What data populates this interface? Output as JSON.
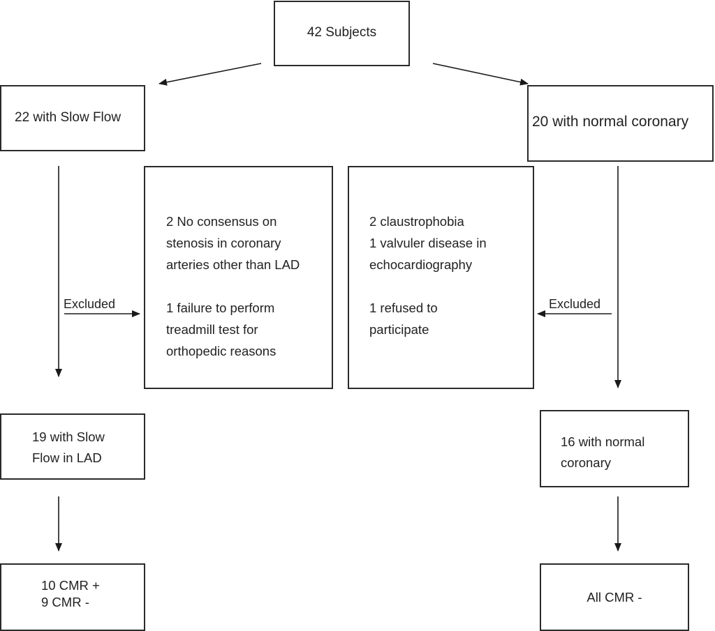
{
  "nodes": {
    "root": "42 Subjects",
    "slow_flow": "22 with Slow Flow",
    "normal": "20 with normal coronary",
    "excl_left": "2 No consensus on\nstenosis in coronary\narteries other than LAD\n\n1 failure to perform\ntreadmill test for\northopedic reasons",
    "excl_right": "2 claustrophobia\n1 valvuler disease in\nechocardiography\n\n1 refused to\nparticipate",
    "slow_flow_lad": "19 with Slow\nFlow in LAD",
    "normal_16": "16 with normal\ncoronary",
    "cmr_left": "10 CMR +\n9 CMR -",
    "cmr_right": "All CMR -"
  },
  "edge_labels": {
    "excluded_left": "Excluded",
    "excluded_right": "Excluded"
  }
}
